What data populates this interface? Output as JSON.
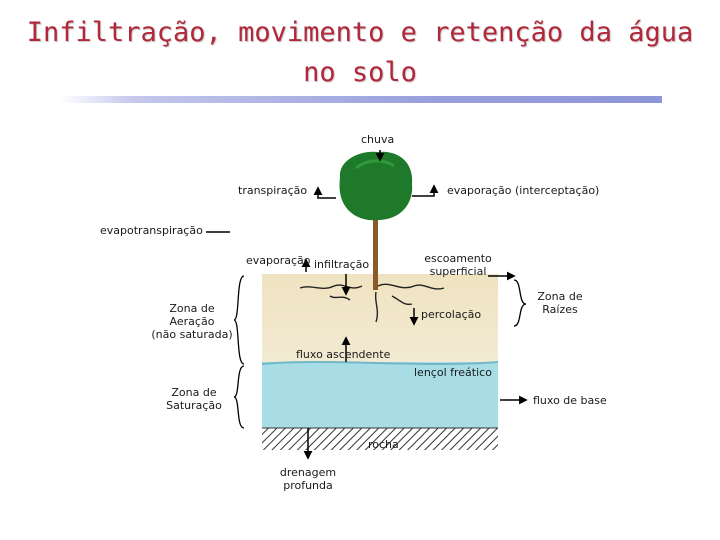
{
  "title": {
    "line1": "Infiltração, movimento e retenção da água",
    "line2": "no solo"
  },
  "labels": {
    "chuva": "chuva",
    "transpiracao": "transpiração",
    "evap_intercept": "evaporação (interceptação)",
    "evapotranspiracao": "evapotranspiração",
    "evaporacao": "evaporação",
    "infiltracao": "infiltração",
    "escoamento_1": "escoamento",
    "escoamento_2": "superficial",
    "zona_raizes_1": "Zona de",
    "zona_raizes_2": "Raízes",
    "zona_aeracao_1": "Zona de",
    "zona_aeracao_2": "Aeração",
    "zona_aeracao_3": "(não saturada)",
    "percolacao": "percolação",
    "fluxo_ascendente": "fluxo ascendente",
    "lencol_freatico": "lençol freático",
    "zona_saturacao_1": "Zona de",
    "zona_saturacao_2": "Saturação",
    "fluxo_base": "fluxo de base",
    "rocha": "rocha",
    "drenagem_1": "drenagem",
    "drenagem_2": "profunda"
  },
  "colors": {
    "title": "#b0283a",
    "tree_crown": "#1e7a2a",
    "trunk": "#8a5a2b",
    "soil": "#f0e4c4",
    "water": "#a8dce6",
    "rock_hatch": "#333333"
  }
}
